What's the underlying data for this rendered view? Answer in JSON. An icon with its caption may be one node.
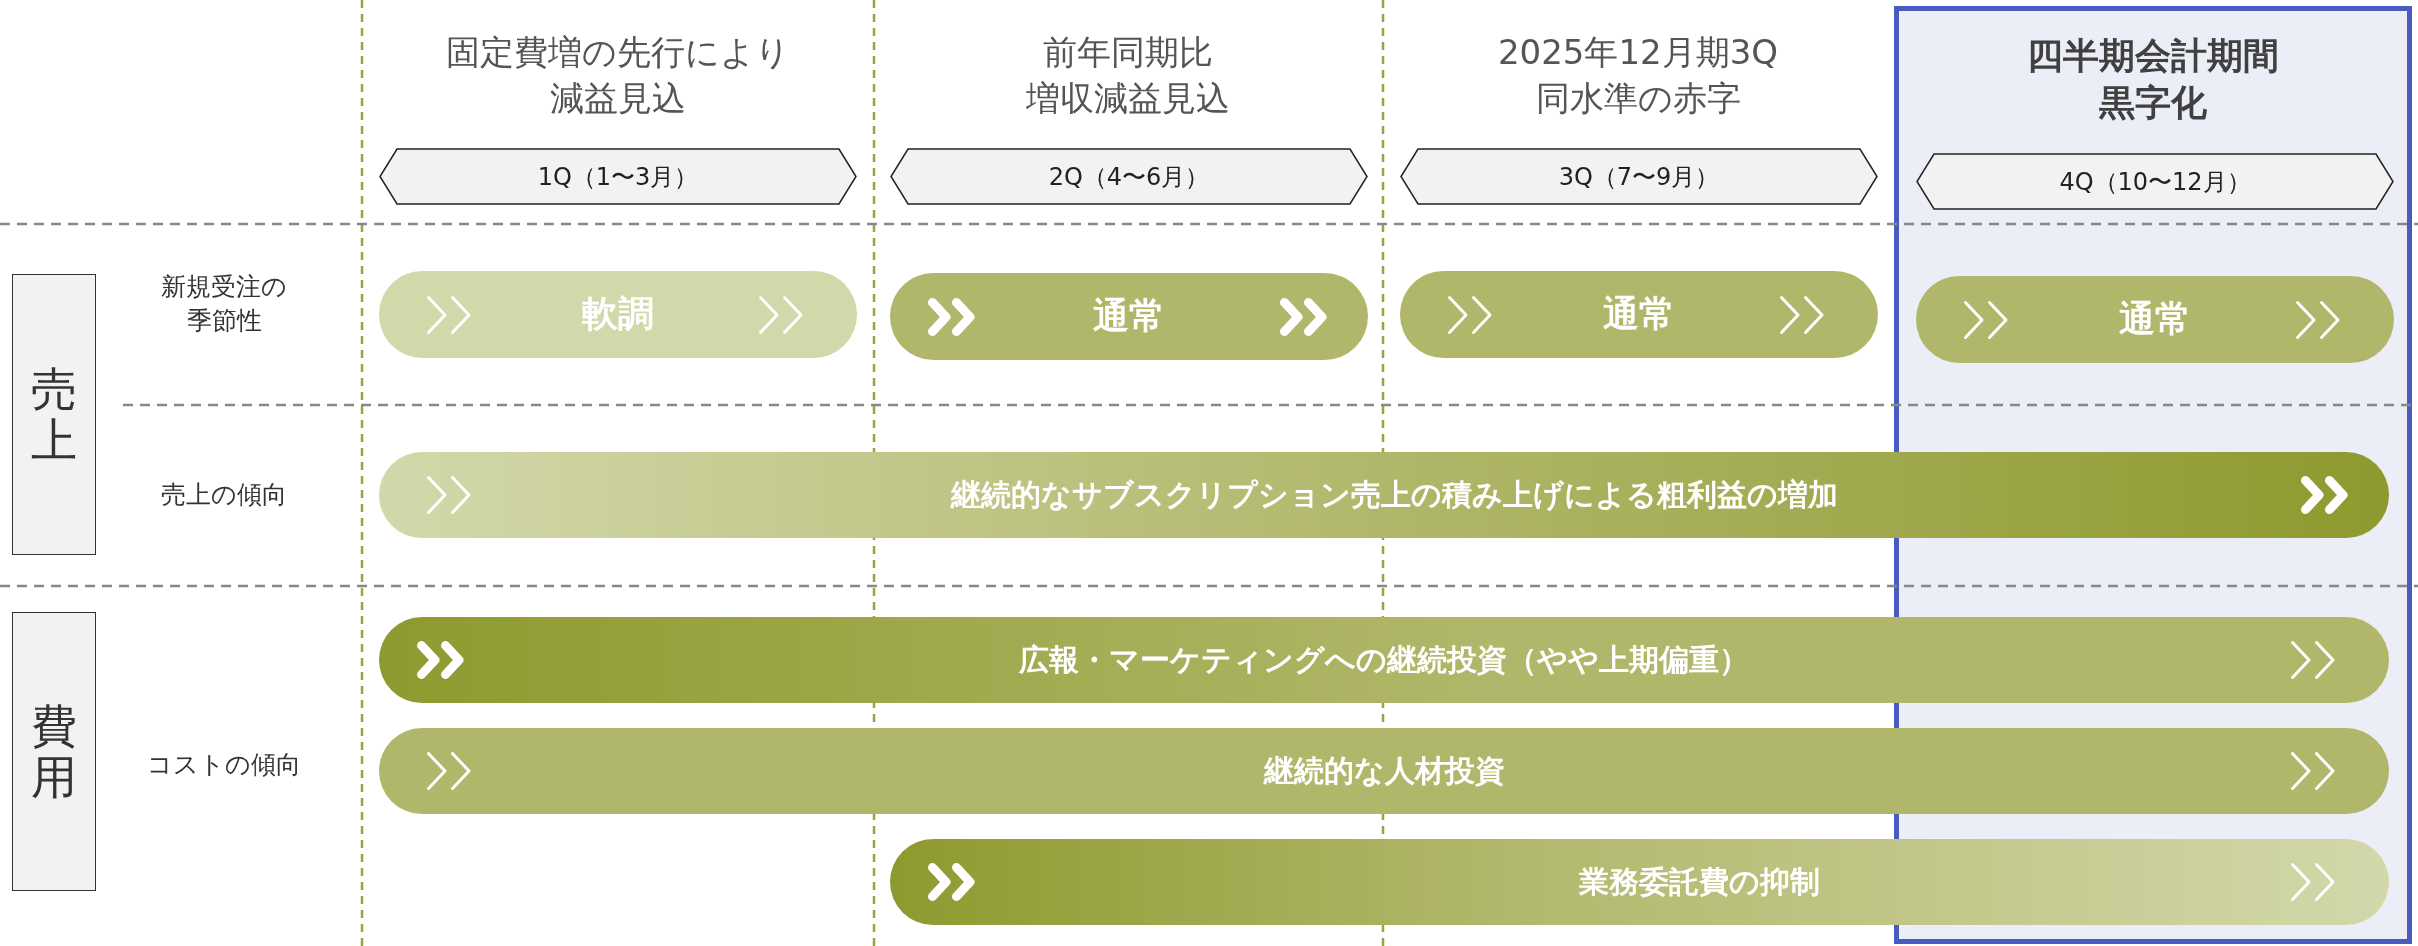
{
  "diagram": {
    "nodes": [
      {
        "text": [
          "1Q（1〜3月）"
        ]
      },
      {
        "text": [
          "2Q（4〜6月）"
        ]
      },
      {
        "text": [
          "3Q（7〜9月）"
        ]
      },
      {
        "text": [
          "四半期会計期間黒字化"
        ]
      },
      {
        "text": [
          "4Q（10〜12月）"
        ],
        "in": 3
      },
      {
        "text": [
          "売上"
        ]
      },
      {
        "text": [
          "軟調"
        ]
      },
      {
        "text": [
          "通常"
        ]
      },
      {
        "text": [
          "通常"
        ]
      },
      {
        "text": [
          "通常"
        ],
        "in": 3
      },
      {
        "text": [
          "継続的なサブスクリプション売上の積み上げによる粗利益の増加"
        ]
      },
      {
        "text": [
          "費用"
        ]
      },
      {
        "text": [
          "広報・マーケティングへの継続投資（やや上期偏重）"
        ]
      },
      {
        "text": [
          "継続的な人材投資"
        ]
      },
      {
        "text": [
          "業務委託費の抑制"
        ]
      }
    ],
    "edges": [],
    "labels": [
      "固定費増の先行により減益見込",
      "前年同期比増収減益見込",
      "2025年12月期3Q同水準の赤字",
      "新規受注の季節性",
      "売上の傾向",
      "コストの傾向"
    ]
  }
}
